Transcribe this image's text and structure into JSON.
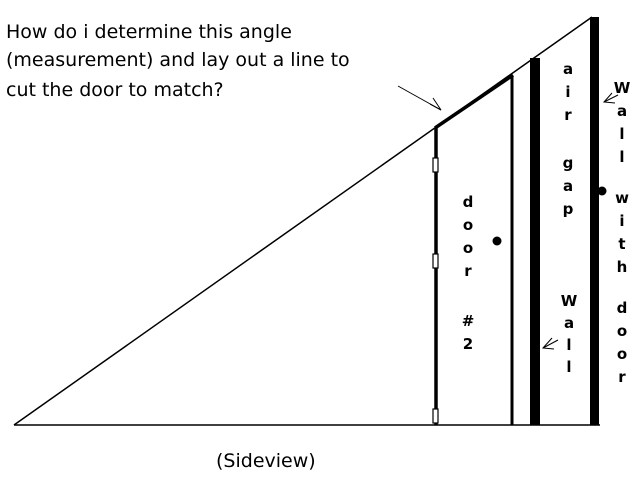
{
  "question": {
    "lines": [
      "How do i determine this angle",
      "(measurement) and lay out a line to",
      "cut the door to match?"
    ]
  },
  "labels": {
    "air_gap": "air gap",
    "door_2": "door #2",
    "wall": "Wall",
    "wall_with_door": "Wall with door"
  },
  "caption": "(Sideview)"
}
